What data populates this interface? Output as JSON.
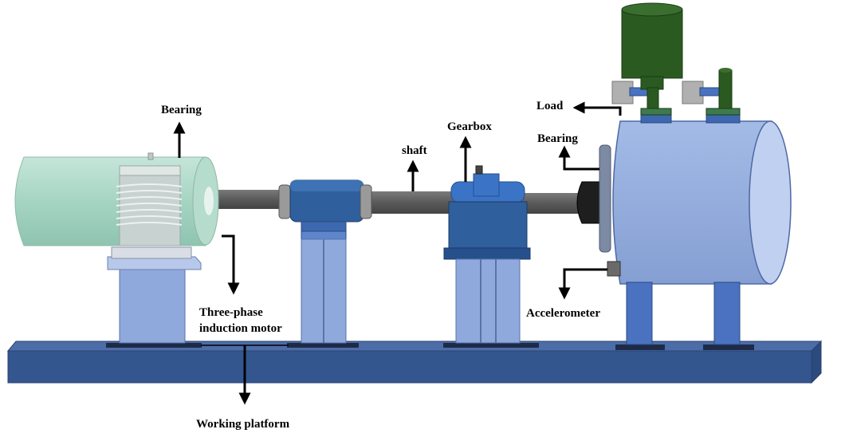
{
  "labels": {
    "bearing_left": "Bearing",
    "motor_line1": "Three-phase",
    "motor_line2": "induction motor",
    "platform": "Working platform",
    "shaft": "shaft",
    "gearbox": "Gearbox",
    "load": "Load",
    "bearing_right": "Bearing",
    "accelerometer": "Accelerometer"
  },
  "colors": {
    "platform": "#34568f",
    "support": "#8fa9dc",
    "coupling": "#2f5f9c",
    "motor_body": "#a9d6c6",
    "load_drum": "#93acdc",
    "load_motor": "#2a5a20",
    "shaft": "#5f5f5f"
  }
}
